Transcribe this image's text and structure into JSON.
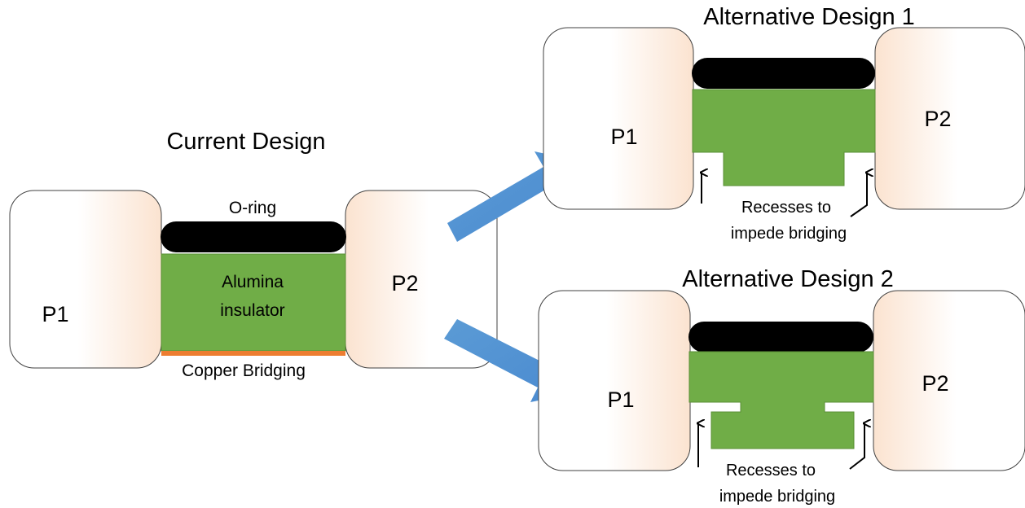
{
  "colors": {
    "insulator": "#70ad47",
    "oring": "#000000",
    "copper": "#ed7d31",
    "electrode_fill": "#fbe5d6",
    "arrow": "#5b9bd5"
  },
  "current": {
    "title": "Current Design",
    "p1": "P1",
    "p2": "P2",
    "oring_label": "O-ring",
    "insulator_label_line1": "Alumina",
    "insulator_label_line2": "insulator",
    "copper_label": "Copper Bridging"
  },
  "alt1": {
    "title": "Alternative Design 1",
    "p1": "P1",
    "p2": "P2",
    "note_line1": "Recesses to",
    "note_line2": "impede bridging"
  },
  "alt2": {
    "title": "Alternative Design 2",
    "p1": "P1",
    "p2": "P2",
    "note_line1": "Recesses to",
    "note_line2": "impede bridging"
  }
}
